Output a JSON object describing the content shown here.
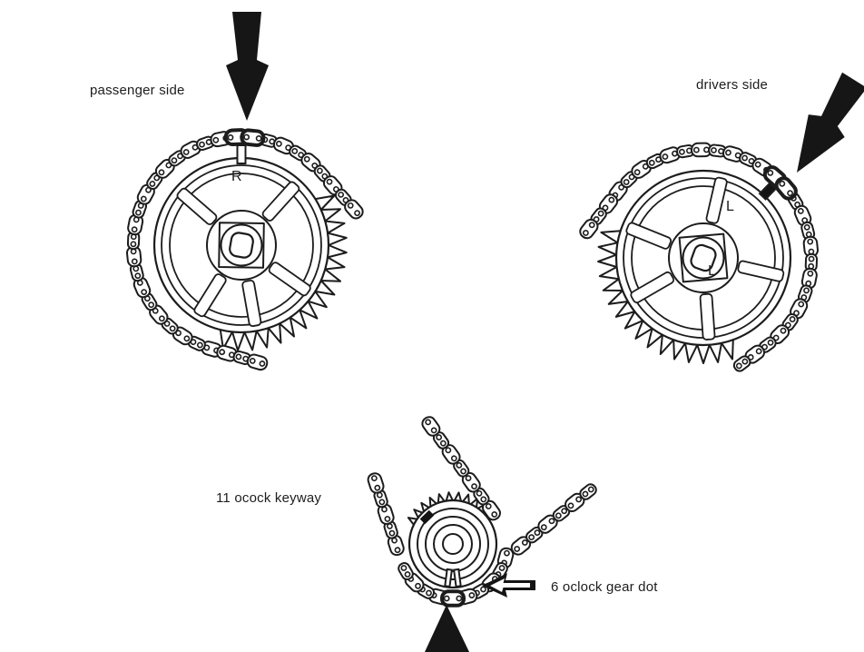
{
  "labels": {
    "passenger_side": "passenger side",
    "drivers_side": "drivers side",
    "keyway_note": "11 ocock keyway",
    "gear_dot_note": "6 oclock gear dot",
    "right_cam_mark": "R",
    "left_cam_mark": "L",
    "left_hub_mark": "L"
  },
  "colors": {
    "ink": "#1c1c1c",
    "background": "#ffffff"
  }
}
